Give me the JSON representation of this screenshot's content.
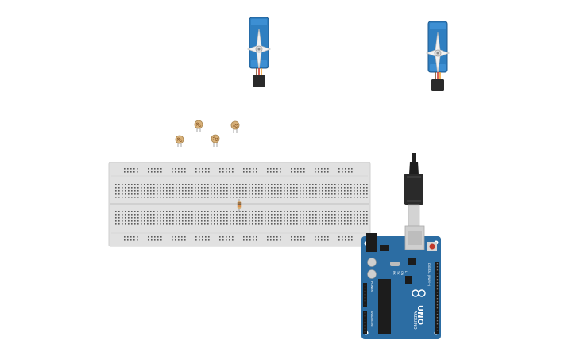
{
  "canvas": {
    "background": "#ffffff",
    "components": {
      "servo_1": {
        "type": "micro-servo",
        "color": "#2f7fc1"
      },
      "servo_2": {
        "type": "micro-servo",
        "color": "#2f7fc1"
      },
      "photoresistors": [
        {
          "id": "ldr-1",
          "type": "photoresistor"
        },
        {
          "id": "ldr-2",
          "type": "photoresistor"
        },
        {
          "id": "ldr-3",
          "type": "photoresistor"
        },
        {
          "id": "ldr-4",
          "type": "photoresistor"
        }
      ],
      "breadboard": {
        "type": "breadboard",
        "color": "#e1e1e1"
      },
      "resistor": {
        "type": "resistor"
      },
      "usb_cable": {
        "type": "usb-b-cable",
        "color": "#222222"
      },
      "arduino": {
        "type": "arduino-uno",
        "color": "#2c6da3",
        "logo_label": "ARDUINO",
        "model_label": "UNO",
        "power_label": "POWER",
        "analog_label": "ANALOG IN",
        "digital_label": "DIGITAL (PWM~)",
        "on_label": "ON",
        "tx_label": "TX",
        "rx_label": "RX",
        "l_label": "L"
      }
    }
  }
}
